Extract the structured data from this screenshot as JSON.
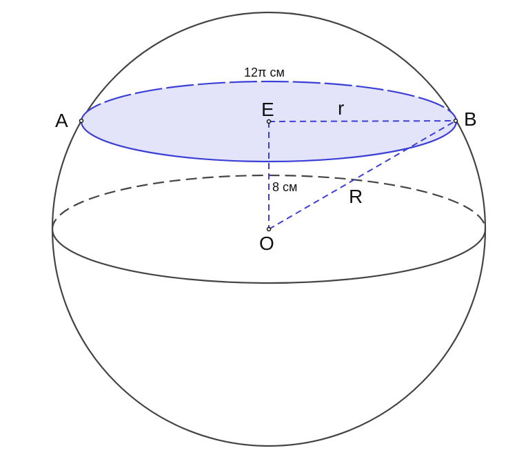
{
  "labels": {
    "A": "A",
    "B": "B",
    "E": "E",
    "O": "O",
    "r": "r",
    "R": "R",
    "circumference": "12π см",
    "distance": "8 см"
  },
  "colors": {
    "sphere": "#444444",
    "section": "#3b3fd6",
    "section_fill": "#e3e4fa"
  }
}
